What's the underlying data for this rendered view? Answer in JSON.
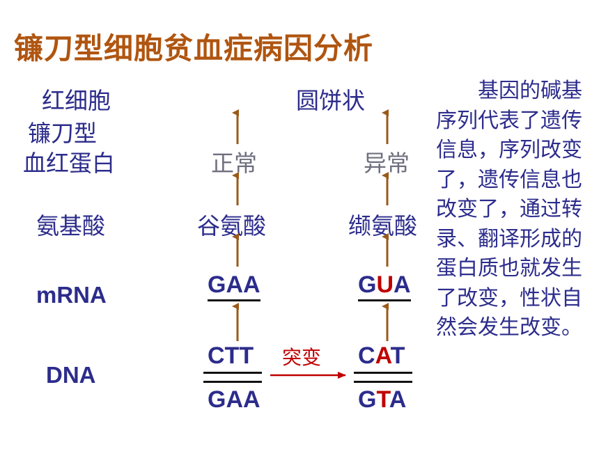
{
  "title": "镰刀型细胞贫血症病因分析",
  "rows": {
    "cell_label": "红细胞",
    "hb_label_1": "镰刀型",
    "hb_label_2": "血红蛋白",
    "aa_label": "氨基酸",
    "mrna_label": "mRNA",
    "dna_label": "DNA"
  },
  "normal": {
    "cell": "圆饼状",
    "protein": "正常",
    "amino_acid": "谷氨酸",
    "mrna": "GAA",
    "dna_top": "CTT",
    "dna_bottom": "GAA"
  },
  "mutant": {
    "protein": "异常",
    "amino_acid": "缬氨酸",
    "mrna": [
      "G",
      "U",
      "A"
    ],
    "dna_top": [
      "C",
      "A",
      "T"
    ],
    "dna_bottom": [
      "G",
      "T",
      "A"
    ]
  },
  "mutation_label": "突变",
  "explanation": "基因的碱基序列代表了遗传信息，序列改变了，遗传信息也改变了，通过转录、翻译形成的蛋白质也就发生了改变，性状自然会发生改变。",
  "colors": {
    "title": "#b05510",
    "text": "#2c2c8c",
    "arrow": "#9a5a1a",
    "mutation": "#c00000"
  }
}
